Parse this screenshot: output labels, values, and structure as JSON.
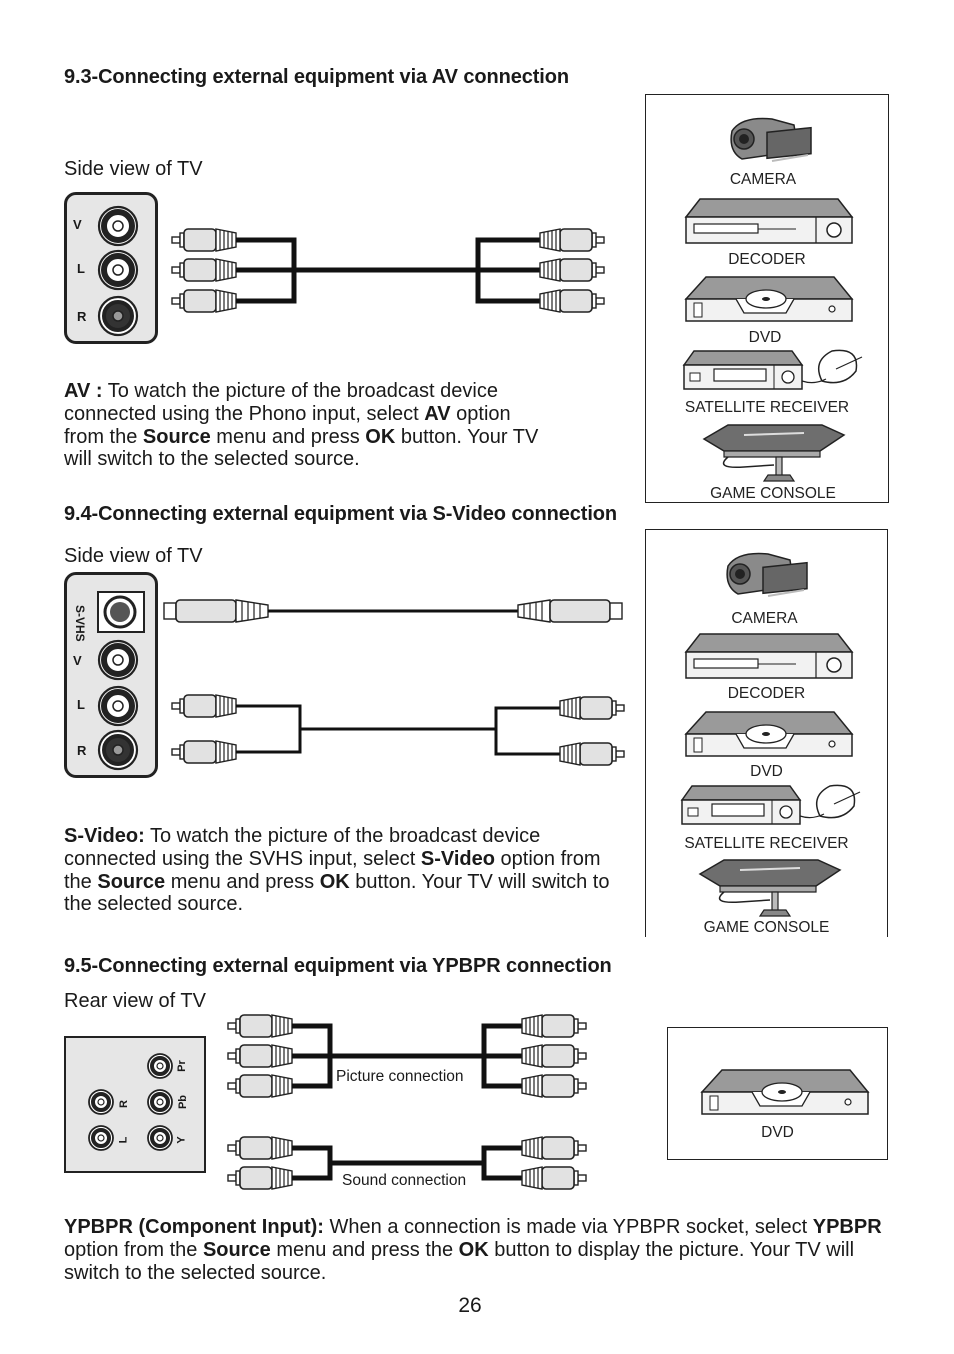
{
  "sections": {
    "av": {
      "heading": "9.3-Connecting external equipment via AV connection",
      "side_label": "Side view of TV",
      "jacks": [
        "V",
        "L",
        "R"
      ],
      "para": {
        "t1": "AV :",
        "t2": " To watch the picture of the broadcast device connected using the Phono input, select ",
        "t3": "AV",
        "t4": " option from the ",
        "t5": "Source",
        "t6": " menu and press ",
        "t7": "OK",
        "t8": " button. Your TV will switch to the selected source."
      },
      "devices": [
        "CAMERA",
        "DECODER",
        "DVD",
        "SATELLITE RECEIVER",
        "GAME CONSOLE"
      ]
    },
    "svideo": {
      "heading": "9.4-Connecting external equipment via S-Video connection",
      "side_label": "Side view of TV",
      "jacks": [
        "S-VHS",
        "V",
        "L",
        "R"
      ],
      "para": {
        "t1": "S-Video:",
        "t2": " To watch the picture of the broadcast device connected using the SVHS input, select ",
        "t3": "S-Video",
        "t4": " option from the ",
        "t5": "Source",
        "t6": " menu and press ",
        "t7": "OK",
        "t8": " button. Your TV will switch to the selected source."
      },
      "devices": [
        "CAMERA",
        "DECODER",
        "DVD",
        "SATELLITE RECEIVER",
        "GAME CONSOLE"
      ]
    },
    "ypbpr": {
      "heading": "9.5-Connecting external equipment via YPBPR connection",
      "side_label": "Rear view of TV",
      "jacks_left": [
        "R",
        "L"
      ],
      "jacks_right": [
        "Pr",
        "Pb",
        "Y"
      ],
      "picture_label": "Picture connection",
      "sound_label": "Sound connection",
      "devices": [
        "DVD"
      ],
      "para": {
        "t1": "YPBPR (Component Input):",
        "t2": " When a connection is made via YPBPR socket, select ",
        "t3": "YPBPR",
        "t4": " option from the ",
        "t5": "Source",
        "t6": " menu and press the ",
        "t7": "OK",
        "t8": " button to display the picture. Your TV will switch to the selected source."
      }
    }
  },
  "page_number": "26",
  "colors": {
    "text": "#1a1a1a",
    "panel": "#e6e6e6",
    "cable": "#111111"
  }
}
